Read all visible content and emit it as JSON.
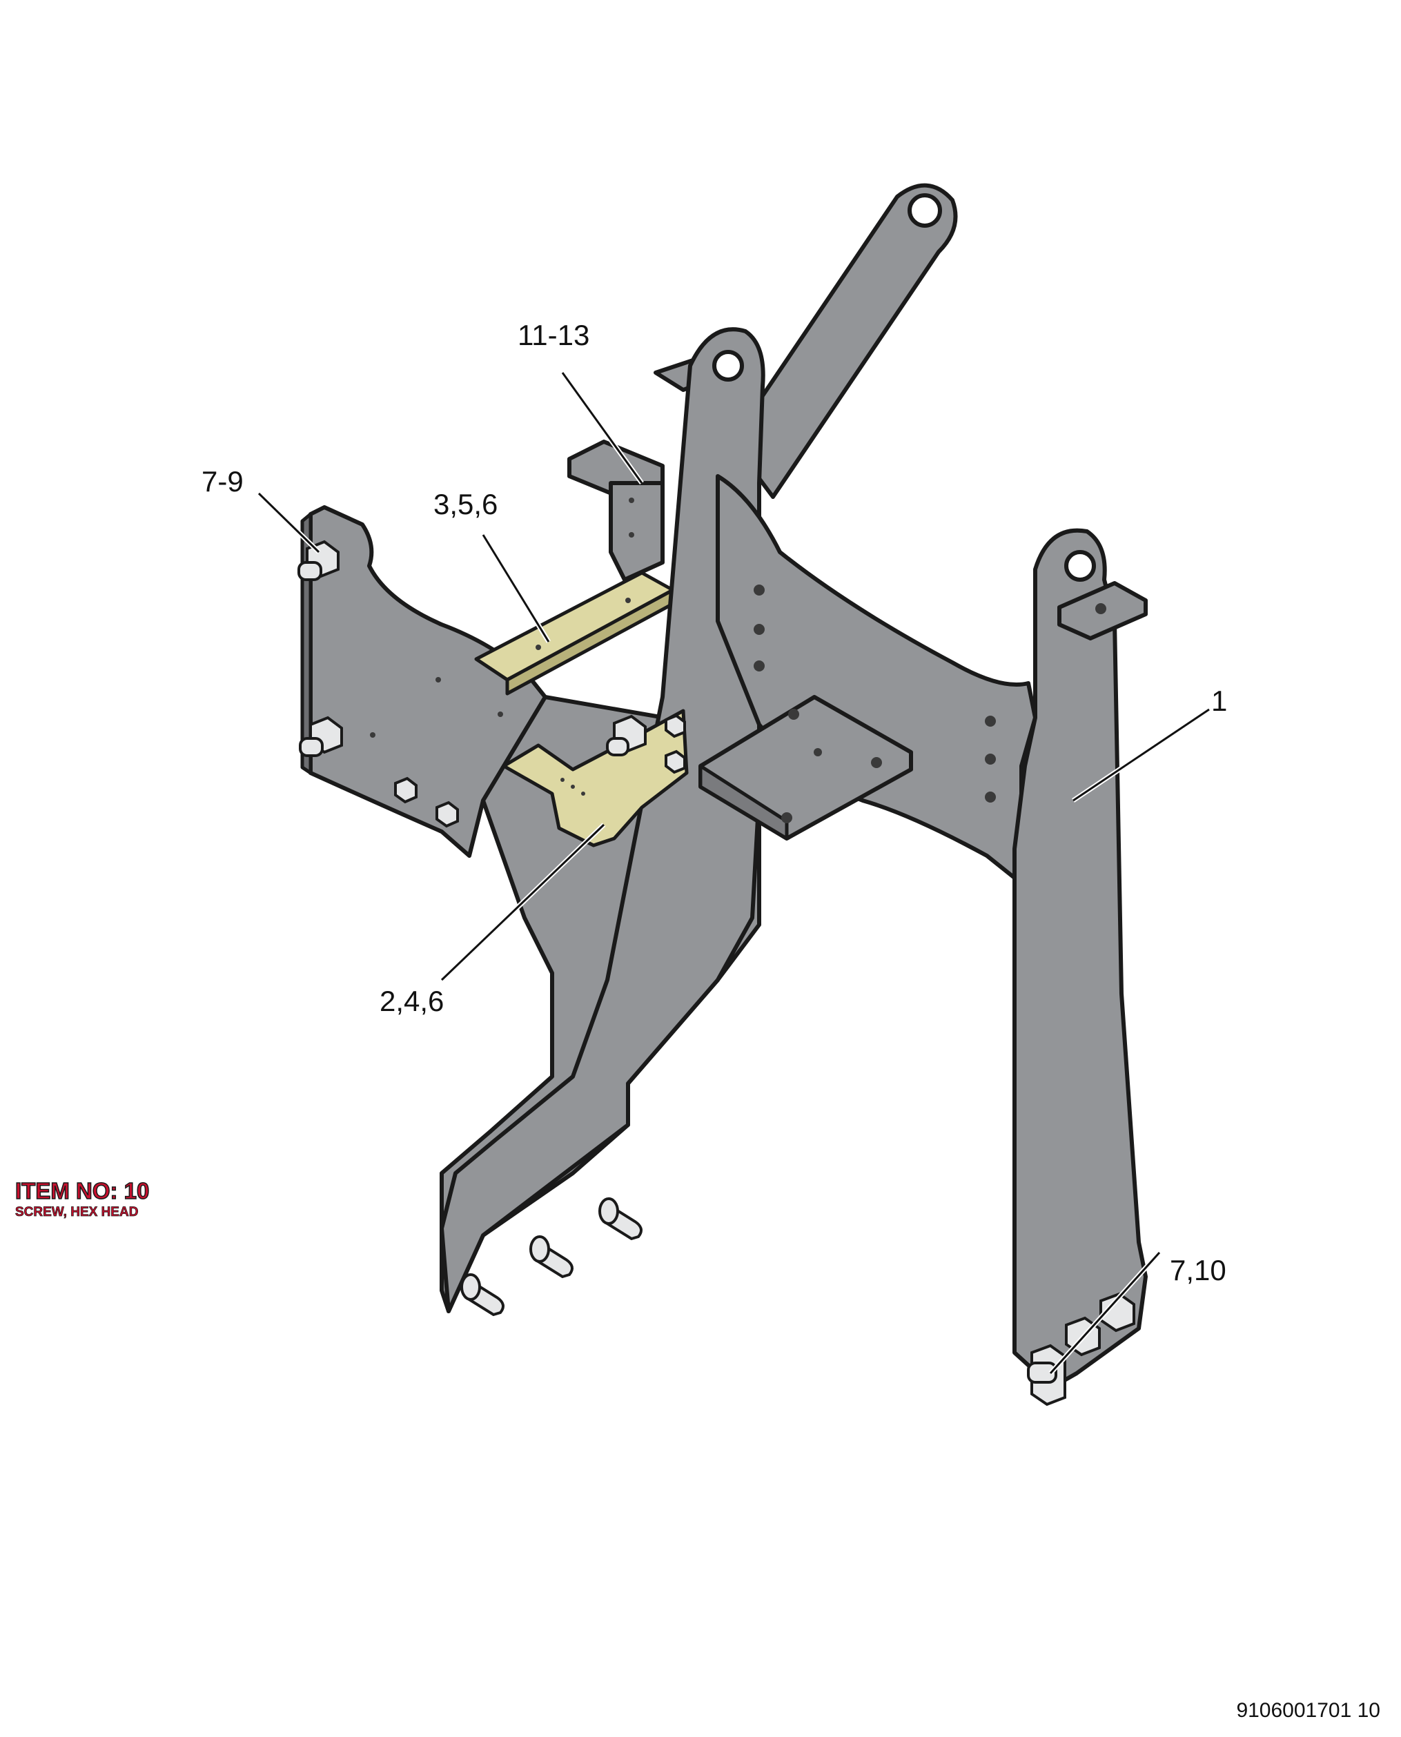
{
  "callouts": [
    {
      "id": "c1113",
      "label": "11-13"
    },
    {
      "id": "c79",
      "label": "7-9"
    },
    {
      "id": "c356",
      "label": "3,5,6"
    },
    {
      "id": "c1",
      "label": "1"
    },
    {
      "id": "c246",
      "label": "2,4,6"
    },
    {
      "id": "c710",
      "label": "7,10"
    }
  ],
  "item": {
    "title": "ITEM NO: 10",
    "description": "SCREW, HEX HEAD"
  },
  "drawing_number": "9106001701 10",
  "colors": {
    "steel": "#939598",
    "highlight_part": "#ddd8a3",
    "item_text": "#c8102e"
  }
}
